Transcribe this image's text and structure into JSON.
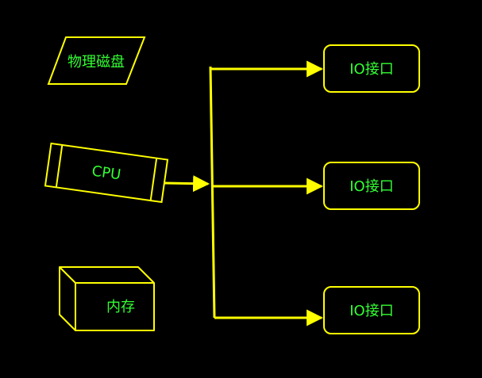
{
  "colors": {
    "background": "#000000",
    "stroke": "#ffff00",
    "text": "#33ff33"
  },
  "nodes": {
    "disk": {
      "label": "物理磁盘",
      "shape": "parallelogram"
    },
    "cpu": {
      "label": "CPU",
      "shape": "process"
    },
    "memory": {
      "label": "内存",
      "shape": "cube"
    },
    "io_1": {
      "label": "IO接口",
      "shape": "rounded-rectangle"
    },
    "io_2": {
      "label": "IO接口",
      "shape": "rounded-rectangle"
    },
    "io_3": {
      "label": "IO接口",
      "shape": "rounded-rectangle"
    }
  },
  "connections": [
    {
      "from": "cpu",
      "to": "bus",
      "arrow": true
    },
    {
      "from": "bus",
      "to": "io_1",
      "arrow": true
    },
    {
      "from": "bus",
      "to": "io_2",
      "arrow": true
    },
    {
      "from": "bus",
      "to": "io_3",
      "arrow": true
    }
  ]
}
